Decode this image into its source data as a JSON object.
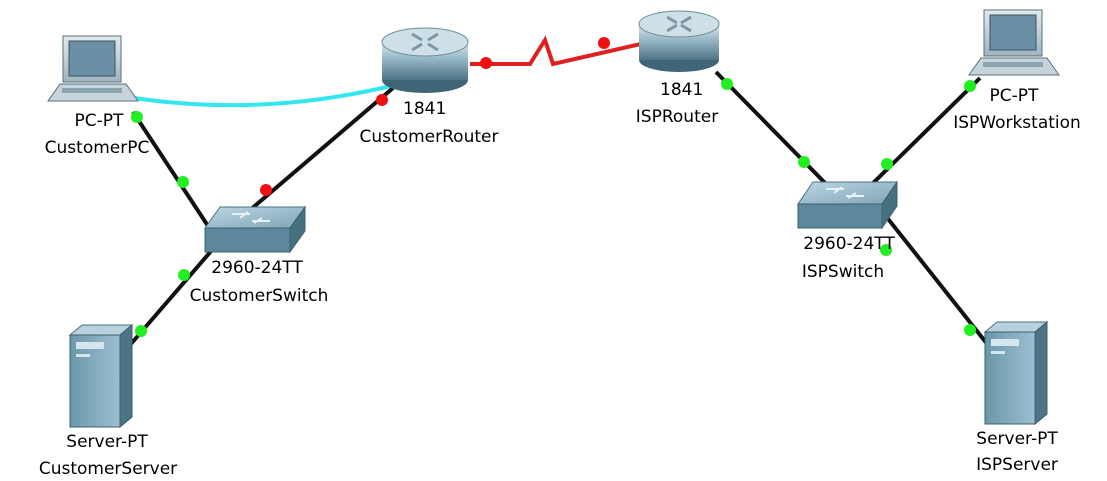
{
  "devices": {
    "customer_pc": {
      "model": "PC-PT",
      "name": "CustomerPC"
    },
    "customer_router": {
      "model": "1841",
      "name": "CustomerRouter"
    },
    "isp_router": {
      "model": "1841",
      "name": "ISPRouter"
    },
    "isp_workstation": {
      "model": "PC-PT",
      "name": "ISPWorkstation"
    },
    "customer_switch": {
      "model": "2960-24TT",
      "name": "CustomerSwitch"
    },
    "isp_switch": {
      "model": "2960-24TT",
      "name": "ISPSwitch"
    },
    "customer_server": {
      "model": "Server-PT",
      "name": "CustomerServer"
    },
    "isp_server": {
      "model": "Server-PT",
      "name": "ISPServer"
    }
  },
  "colors": {
    "link_up": "#22ee22",
    "link_down": "#ee1111",
    "serial_link": "#e02020",
    "console_link": "#33e6f0",
    "ethernet_link": "#111111"
  }
}
